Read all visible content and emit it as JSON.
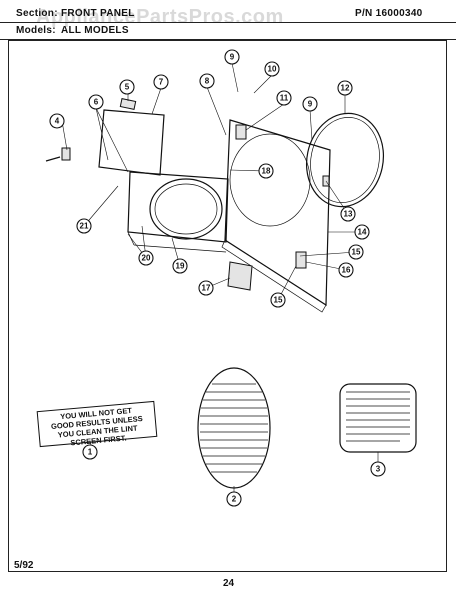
{
  "header": {
    "section_label": "Section:",
    "section_value": "FRONT PANEL",
    "models_label": "Models:",
    "models_value": "ALL MODELS",
    "part_number": "P/N 16000340"
  },
  "watermark": "AppliancePartsPros.com",
  "footer": {
    "date": "5/92",
    "page": "24"
  },
  "lint_label": {
    "lines": [
      "YOU WILL NOT GET",
      "GOOD RESULTS UNLESS",
      "YOU CLEAN THE LINT",
      "SCREEN FIRST."
    ]
  },
  "callouts": {
    "c1": "1",
    "c2": "2",
    "c3": "3",
    "c4": "4",
    "c5": "5",
    "c6": "6",
    "c7": "7",
    "c8": "8",
    "c9a": "9",
    "c9b": "9",
    "c10": "10",
    "c11": "11",
    "c12": "12",
    "c13": "13",
    "c14": "14",
    "c15a": "15",
    "c15b": "15",
    "c16": "16",
    "c17": "17",
    "c18": "18",
    "c19": "19",
    "c20": "20",
    "c21": "21"
  }
}
